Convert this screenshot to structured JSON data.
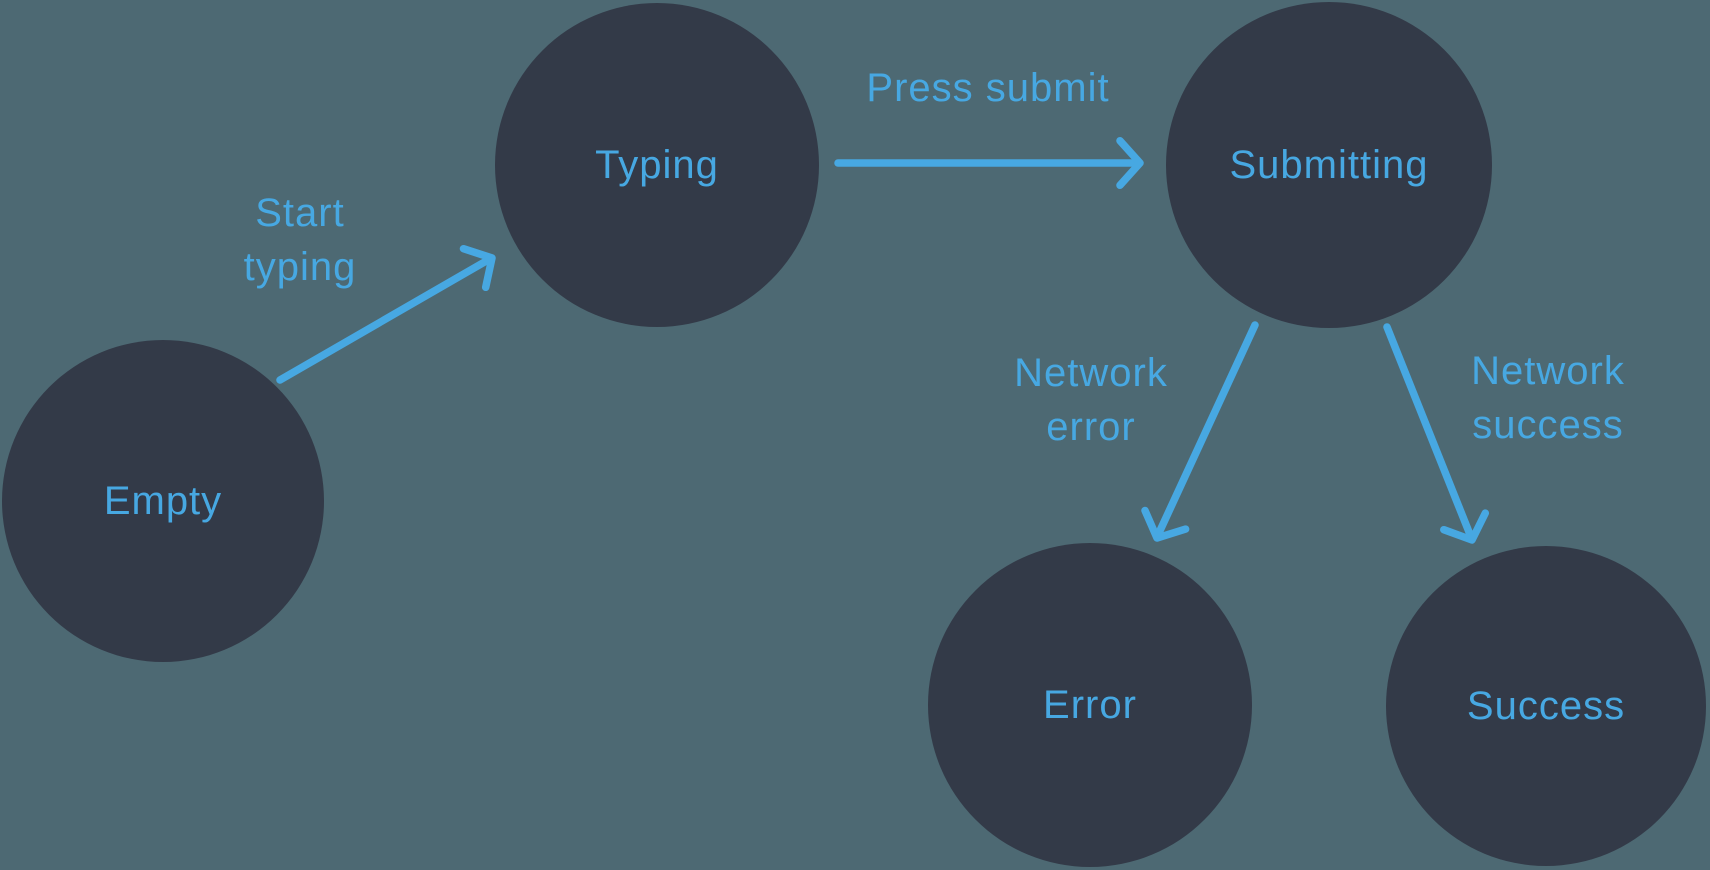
{
  "diagram": {
    "kind": "state-machine",
    "nodes": [
      {
        "id": "empty",
        "label": "Empty"
      },
      {
        "id": "typing",
        "label": "Typing"
      },
      {
        "id": "submitting",
        "label": "Submitting"
      },
      {
        "id": "error",
        "label": "Error"
      },
      {
        "id": "success",
        "label": "Success"
      }
    ],
    "edges": [
      {
        "from": "empty",
        "to": "typing",
        "label": "Start typing"
      },
      {
        "from": "typing",
        "to": "submitting",
        "label": "Press submit"
      },
      {
        "from": "submitting",
        "to": "error",
        "label": "Network error"
      },
      {
        "from": "submitting",
        "to": "success",
        "label": "Network success"
      }
    ]
  },
  "colors": {
    "background": "#4D6973",
    "node_fill": "#333A48",
    "accent_blue": "#47A8E2"
  }
}
